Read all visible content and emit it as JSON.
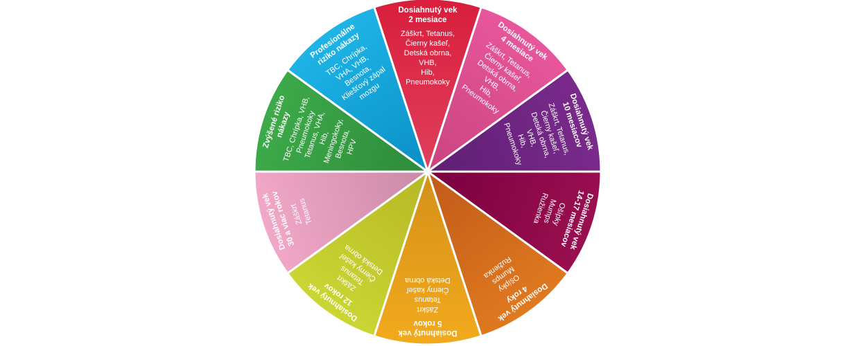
{
  "wheel": {
    "segments": [
      {
        "title": [
          "Dosiahnutý vek",
          "2 mesiace"
        ],
        "lines": [
          "Záškrt, Tetanus,",
          "Čierny kašeľ,",
          "Detská obrna,",
          "VHB,",
          "Hib,",
          "Pneumokoky"
        ],
        "color_outer": "#d81e3c",
        "color_inner": "#e0405c"
      },
      {
        "title": [
          "Dosiahnutý vek",
          "4 mesiace"
        ],
        "lines": [
          "Záškrt, Tetanus,",
          "Čierny kašeľ,",
          "Detská obrna,",
          "VHB,",
          "Hib,",
          "Pneumokoky"
        ],
        "color_outer": "#e8579c",
        "color_inner": "#c9447f"
      },
      {
        "title": [
          "Dosiahnutý vek",
          "10 mesiacov"
        ],
        "lines": [
          "Záškrt, Tetanus,",
          "Čierny kašeľ,",
          "Detská obrna,",
          "VHB,",
          "Hib,",
          "Pneumokoky"
        ],
        "color_outer": "#7a2a8c",
        "color_inner": "#5e1f74"
      },
      {
        "title": [
          "Dosiahnutý vek",
          "14-17 mesiacov"
        ],
        "lines": [
          "Ošípky",
          "Mumps",
          "Ružienka"
        ],
        "color_outer": "#9a0f4f",
        "color_inner": "#7a0040"
      },
      {
        "title": [
          "Dosiahnutý vek",
          "4 roky"
        ],
        "lines": [
          "Ošípky",
          "Mumps",
          "Ružienka"
        ],
        "color_outer": "#e07a20",
        "color_inner": "#c05a18"
      },
      {
        "title": [
          "Dosiahnutý vek",
          "5 rokov"
        ],
        "lines": [
          "Záškrt",
          "Tetanus",
          "Čierny kašeľ",
          "Detská obrna"
        ],
        "color_outer": "#f2aa1c",
        "color_inner": "#d4901a"
      },
      {
        "title": [
          "Dosiahnutý vek",
          "12 rokov"
        ],
        "lines": [
          "Záškrt",
          "Tetanus",
          "Čierny kašeľ",
          "Detská obrna"
        ],
        "color_outer": "#cbd634",
        "color_inner": "#b6b824"
      },
      {
        "title": [
          "Dosiahnutý vek",
          "30 a viac rokov"
        ],
        "lines": [
          "Záškrt",
          "Tetanus"
        ],
        "color_outer": "#f2a8c8",
        "color_inner": "#c98aa6"
      },
      {
        "title": [
          "Zvýšené riziko",
          "nákazy"
        ],
        "lines": [
          "TBC, Chrípka, VHB,",
          "Pneumokoky",
          "Tetanus, VHA,",
          "Hib,",
          "Meningokoky,",
          "Besnota,",
          "HPV"
        ],
        "color_outer": "#3dab4a",
        "color_inner": "#2e8a3a"
      },
      {
        "title": [
          "Profesionálne",
          "riziko nákazy"
        ],
        "lines": [
          "TBC, Chrípka,",
          "VHA, VHB,",
          "Besnota,",
          "Kliešťový zápal",
          "mozgu"
        ],
        "color_outer": "#1fb5e6",
        "color_inner": "#0a8fc6"
      }
    ]
  }
}
